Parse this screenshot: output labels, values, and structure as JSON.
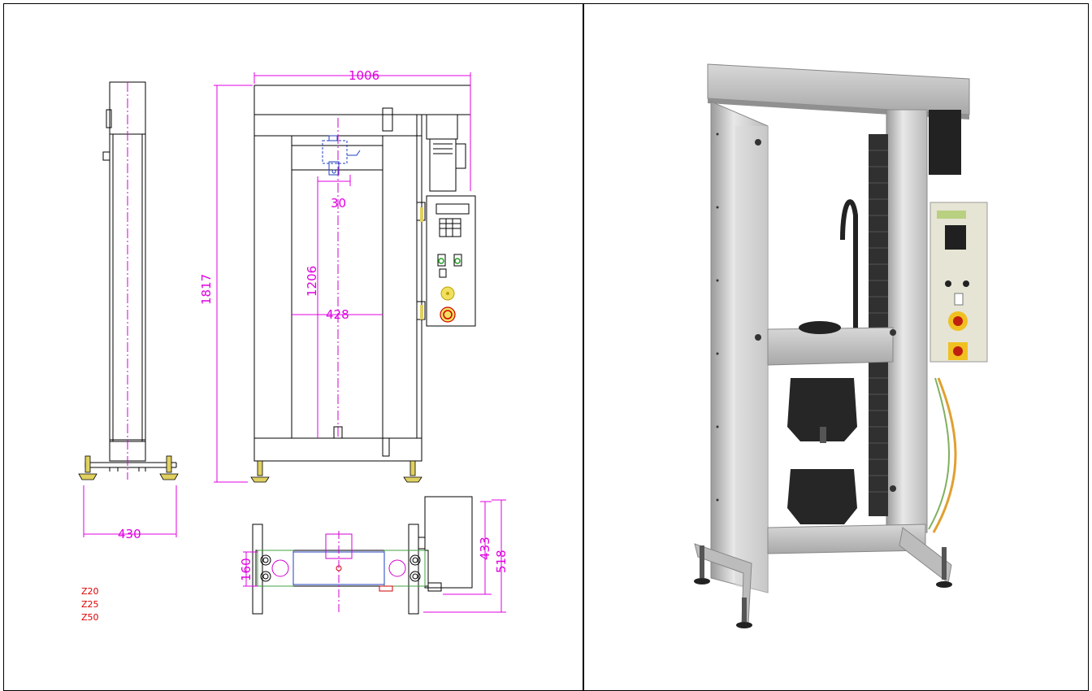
{
  "drawing": {
    "dimensions": {
      "overall_width": "1006",
      "overall_height": "1817",
      "crosshead_offset": "30",
      "stroke_length": "1206",
      "clear_width": "428",
      "base_width": "430",
      "base_depth": "160",
      "cabinet_depth": "433",
      "total_depth": "518"
    },
    "model_labels": [
      "Z20",
      "Z25",
      "Z50"
    ]
  },
  "colors": {
    "dimension": "#e000e0",
    "model_label": "#e00000",
    "outline": "#000000",
    "centerline": "#d000d0",
    "detail_blue": "#2040c0"
  }
}
